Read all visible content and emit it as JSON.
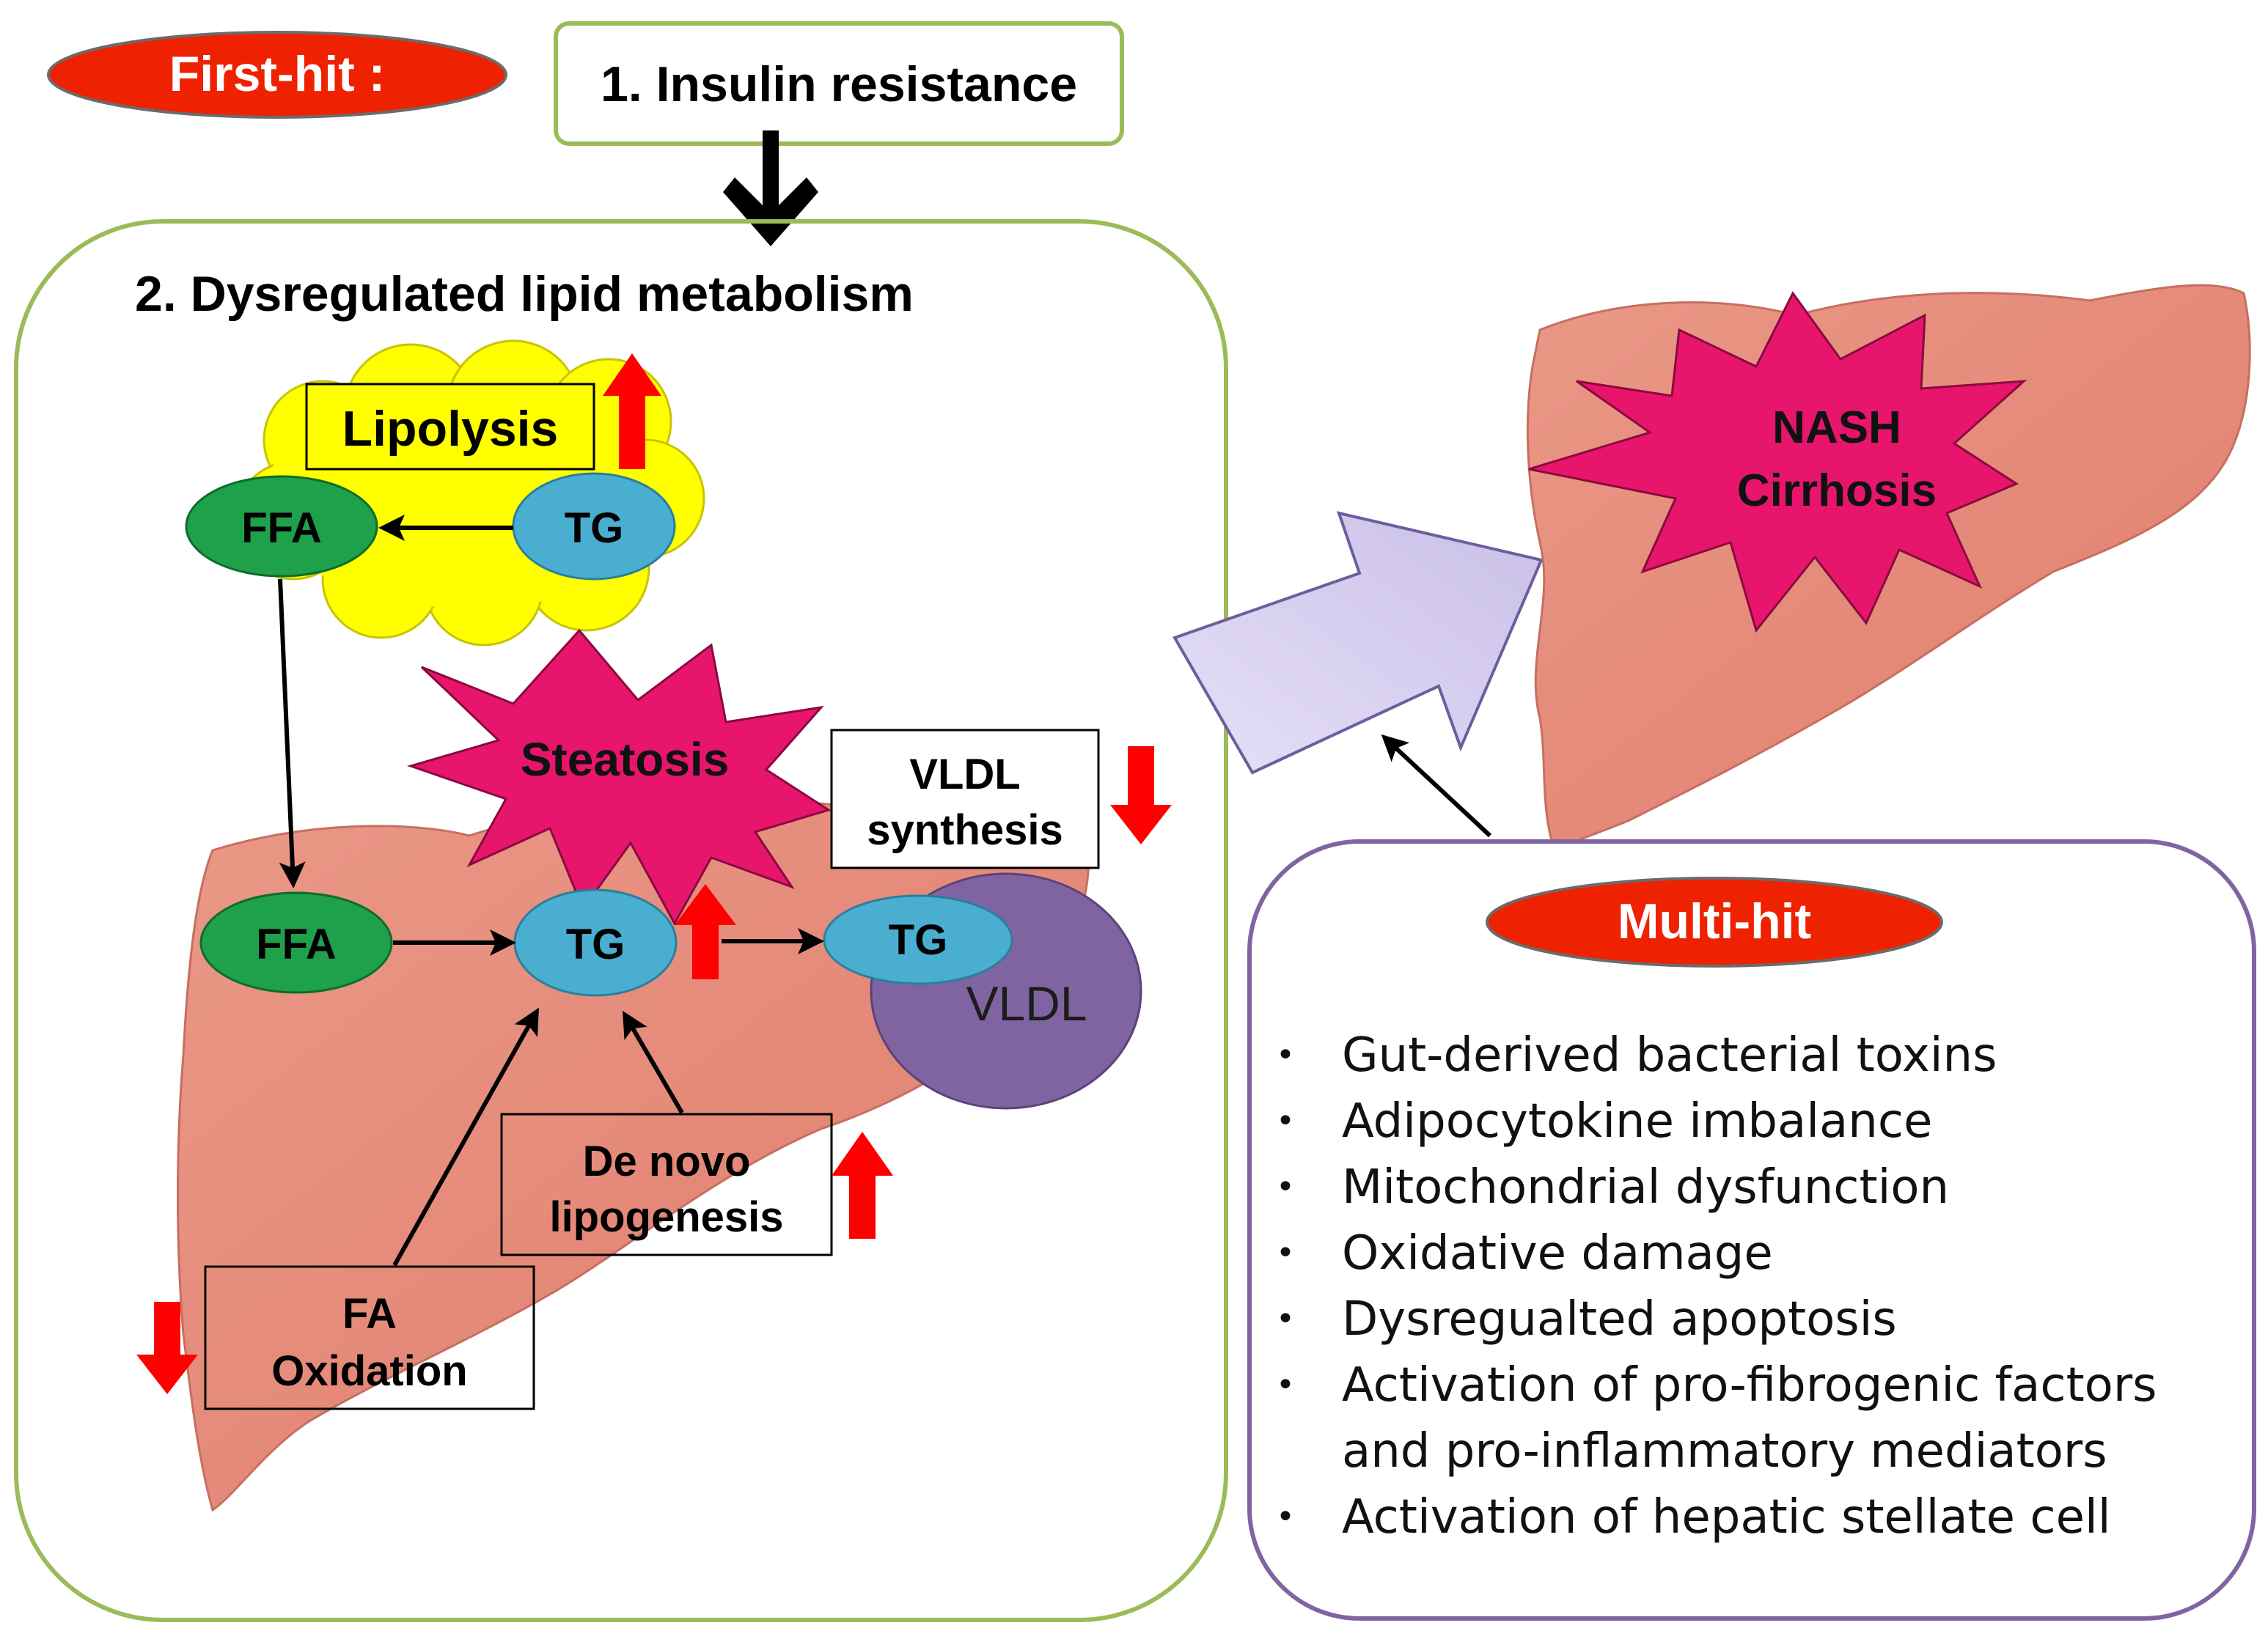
{
  "first_hit": {
    "label": "First-hit :",
    "insulin": "1. Insulin resistance",
    "box_title": "2. Dysregulated lipid metabolism",
    "lipolysis": "Lipolysis",
    "ffa_adipose": "FFA",
    "tg_adipose": "TG",
    "steatosis": "Steatosis",
    "vldl_synthesis_line1": "VLDL",
    "vldl_synthesis_line2": "synthesis",
    "ffa_liver": "FFA",
    "tg_liver": "TG",
    "tg_vldl": "TG",
    "vldl": "VLDL",
    "de_novo_line1": "De novo",
    "de_novo_line2": "lipogenesis",
    "fa_line1": "FA",
    "fa_line2": "Oxidation"
  },
  "outcome": {
    "line1": "NASH",
    "line2": "Cirrhosis"
  },
  "multi_hit": {
    "label": "Multi-hit",
    "items": [
      "Gut-derived bacterial toxins",
      "Adipocytokine imbalance",
      "Mitochondrial dysfunction",
      "Oxidative damage",
      "Dysregualted apoptosis",
      "Activation of pro-fibrogenic factors and pro-inflammatory mediators",
      "Activation of hepatic stellate cell"
    ]
  },
  "colors": {
    "first_hit_oval": "#ee2200",
    "ffa_green": "#1fa04a",
    "tg_blue": "#4aaed0",
    "vldl_purple": "#8064a2",
    "liver": "#e7897a",
    "starburst": "#e8156d",
    "lipolysis_yellow": "#ffff00",
    "up_arrow": "#ff0000",
    "down_arrow": "#ff0000",
    "box_green": "#9bbb59",
    "box_purple": "#8064a2",
    "big_arrow": "#d9d2f0"
  }
}
